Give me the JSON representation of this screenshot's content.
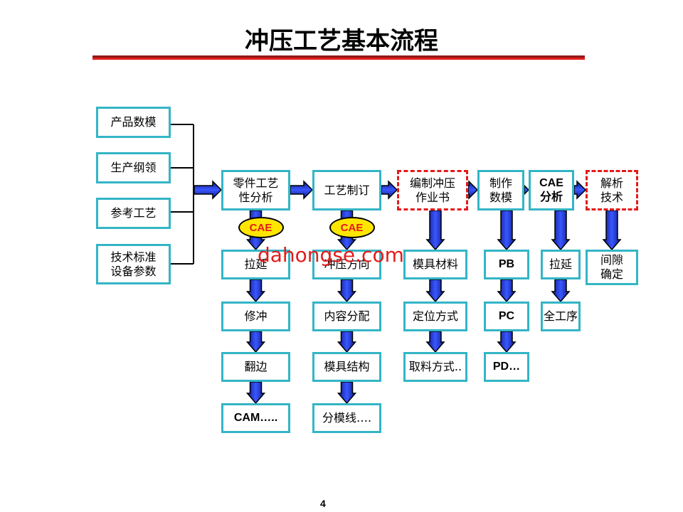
{
  "title": "冲压工艺基本流程",
  "page_number": "4",
  "watermark": "dahongse.com",
  "inputs": [
    "产品数模",
    "生产纲领",
    "参考工艺",
    "技术标准\n设备参数"
  ],
  "stages": [
    {
      "label": "零件工艺\n性分析",
      "badge": "CAE",
      "steps": [
        "拉延",
        "修冲",
        "翻边",
        "CAM….."
      ]
    },
    {
      "label": "工艺制订",
      "badge": "CAE",
      "steps": [
        "冲压方向",
        "内容分配",
        "模具结构",
        "分模线…."
      ]
    },
    {
      "label": "编制冲压\n作业书",
      "steps": [
        "模具材料",
        "定位方式",
        "取料方式.."
      ]
    },
    {
      "label": "制作\n数模",
      "steps": [
        "PB",
        "PC",
        "PD…"
      ]
    },
    {
      "label": "CAE\n分析",
      "steps": [
        "拉延",
        "全工序"
      ]
    },
    {
      "label": "解析\n技术",
      "steps": [
        "间隙\n确定"
      ]
    }
  ],
  "colors": {
    "box_border": "#33b5c6",
    "arrow_fill": "#2b3fe0",
    "highlight_border": "#e31b1b",
    "badge_fill": "#ffe600",
    "badge_text": "#e31b1b"
  }
}
